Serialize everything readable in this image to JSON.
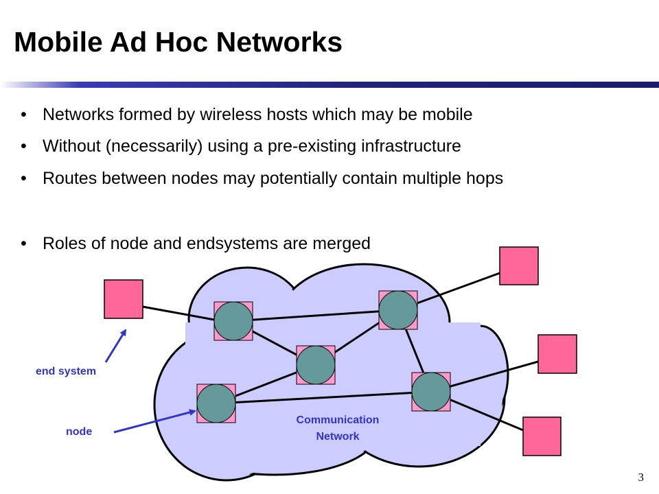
{
  "slide": {
    "title": "Mobile Ad Hoc Networks",
    "number": "3",
    "bullet_glyph": "•",
    "bullets": [
      "Networks formed by wireless hosts which may be mobile",
      "Without (necessarily) using a pre-existing infrastructure",
      "Routes between nodes may potentially contain multiple hops",
      "Roles of  node and endsystems are merged"
    ]
  },
  "diagram": {
    "cloud_label_line1": "Communication",
    "cloud_label_line2": "Network",
    "end_system_label": "end system",
    "node_label": "node"
  },
  "colors": {
    "title_rule_dark": "#1c1c6e",
    "title_rule_light": "#3a3ab8",
    "cloud_fill": "#ccccff",
    "end_system_fill": "#ff6699",
    "node_square_fill": "#ff99cc",
    "node_circle_fill": "#669999",
    "annotation_blue": "#3333cc"
  }
}
